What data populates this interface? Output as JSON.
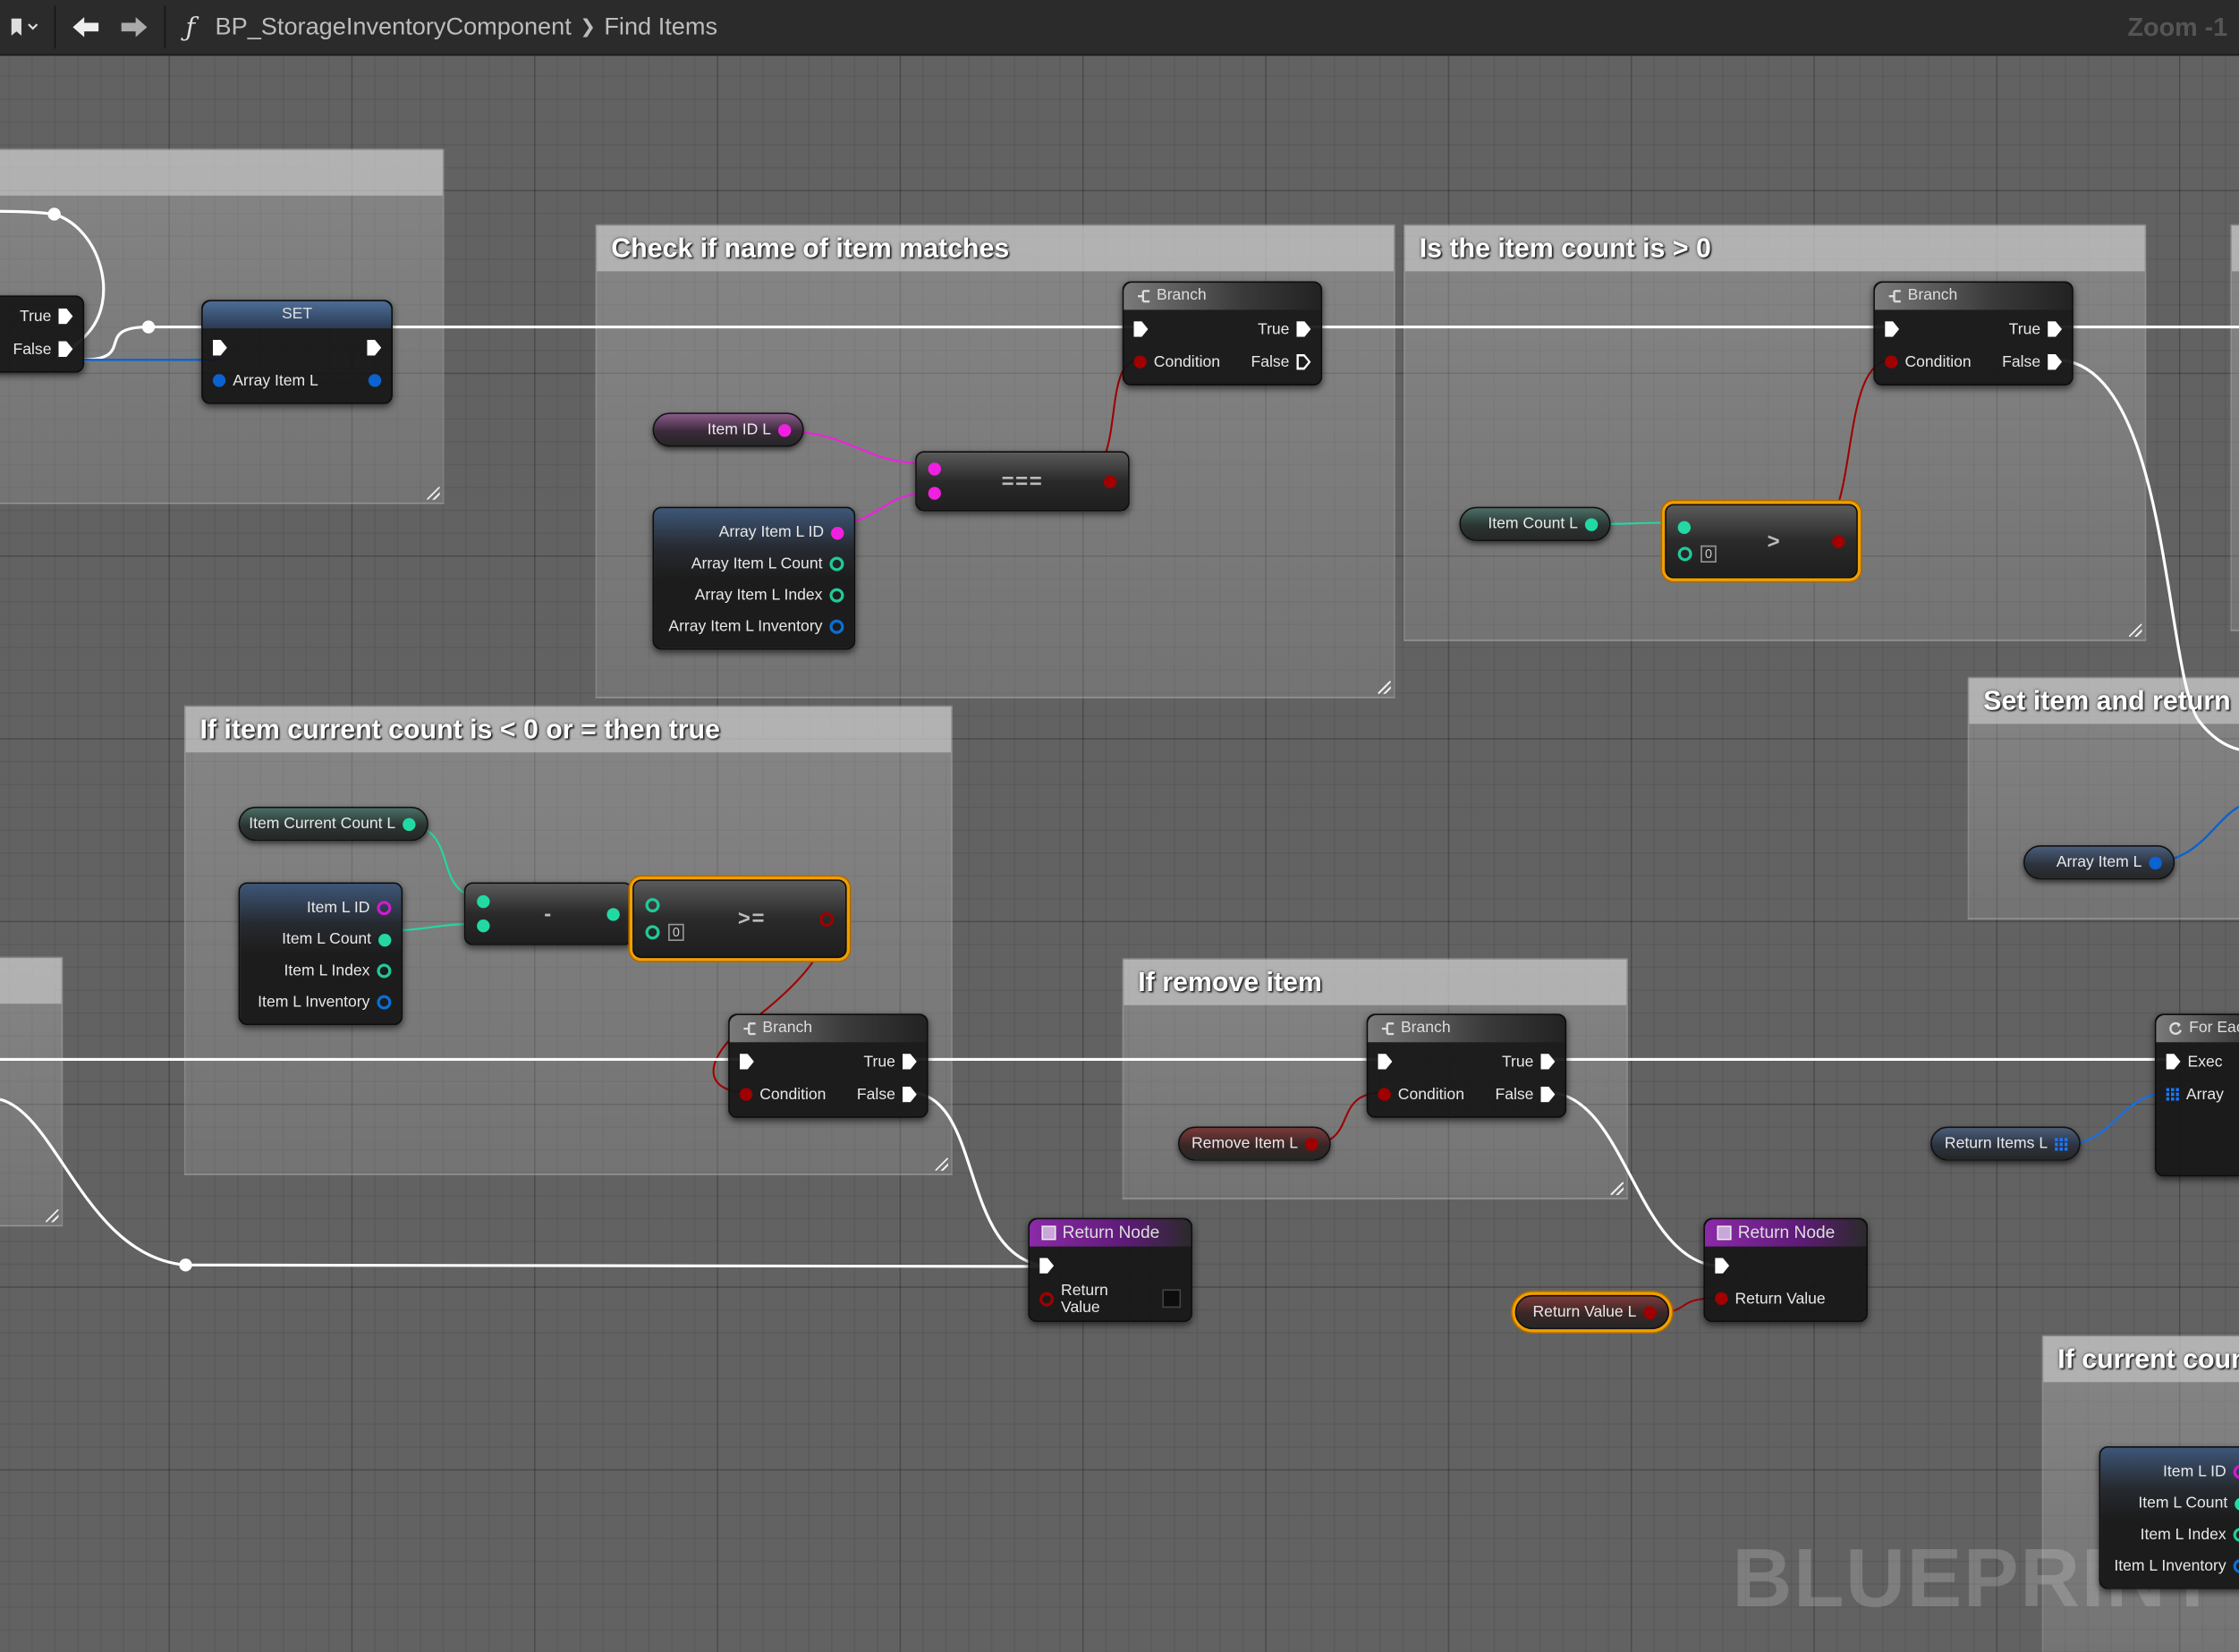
{
  "toolbar": {
    "bookmark_icon": "bookmark-icon",
    "back_icon": "arrow-left-icon",
    "forward_icon": "arrow-right-icon",
    "function_icon": "ƒ",
    "root": "BP_StorageInventoryComponent",
    "separator": "❯",
    "function": "Find Items",
    "zoom": "Zoom -1"
  },
  "watermark": "BLUEPRINT",
  "comments": {
    "c_name": {
      "title": "Check if name of item matches"
    },
    "c_count": {
      "title": "Is the item count is > 0"
    },
    "c_set_return": {
      "title": "Set item and return"
    },
    "c_current": {
      "title": "If item current count is < 0 or = then true"
    },
    "c_remove": {
      "title": "If remove item"
    },
    "c_current2": {
      "title": "If current count"
    }
  },
  "nodes": {
    "branch_partial": {
      "rows": [
        {
          "right": {
            "label": "True",
            "pin": "exec"
          }
        },
        {
          "right": {
            "label": "False",
            "pin": "exec"
          }
        }
      ]
    },
    "set_node": {
      "title": "SET",
      "rows": [
        {
          "left": {
            "pin": "exec"
          },
          "right": {
            "pin": "exec"
          }
        },
        {
          "left": {
            "label": "Array Item L",
            "pin": "struct"
          },
          "right": {
            "pin": "struct"
          }
        }
      ]
    },
    "branch_name": {
      "title": "Branch",
      "rows": [
        {
          "left": {
            "pin": "exec"
          },
          "right": {
            "label": "True",
            "pin": "exec"
          }
        },
        {
          "left": {
            "label": "Condition",
            "pin": "bool"
          },
          "right": {
            "label": "False",
            "pin": "exec-hollow"
          }
        }
      ]
    },
    "var_item_id": {
      "label": "Item ID L",
      "pin": "name"
    },
    "break_array_item": {
      "rows": [
        {
          "label": "Array Item L ID",
          "pin": "name"
        },
        {
          "label": "Array Item L Count",
          "pin": "int-hollow"
        },
        {
          "label": "Array Item L Index",
          "pin": "int-hollow"
        },
        {
          "label": "Array Item L Inventory",
          "pin": "struct-hollow"
        }
      ]
    },
    "op_equal": {
      "symbol": "===",
      "inputs": [
        "name",
        "name"
      ],
      "output": "bool"
    },
    "branch_count": {
      "title": "Branch",
      "rows": [
        {
          "left": {
            "pin": "exec"
          },
          "right": {
            "label": "True",
            "pin": "exec"
          }
        },
        {
          "left": {
            "label": "Condition",
            "pin": "bool"
          },
          "right": {
            "label": "False",
            "pin": "exec"
          }
        }
      ]
    },
    "var_item_count": {
      "label": "Item Count L",
      "pin": "int"
    },
    "op_greater": {
      "symbol": ">",
      "inputs": [
        "int",
        "int-hollow"
      ],
      "default": "0",
      "output": "bool"
    },
    "var_array_item": {
      "label": "Array Item L",
      "pin": "struct"
    },
    "var_item_current_count": {
      "label": "Item Current Count L",
      "pin": "int"
    },
    "break_item": {
      "rows": [
        {
          "label": "Item L ID",
          "pin": "name-hollow"
        },
        {
          "label": "Item L Count",
          "pin": "int"
        },
        {
          "label": "Item L Index",
          "pin": "int-hollow"
        },
        {
          "label": "Item L Inventory",
          "pin": "struct-hollow"
        }
      ]
    },
    "op_subtract": {
      "symbol": "-",
      "inputs": [
        "int",
        "int"
      ],
      "output": "int"
    },
    "op_gte": {
      "symbol": ">=",
      "inputs": [
        "int-hollow",
        "int-hollow"
      ],
      "default": "0",
      "output": "bool-hollow"
    },
    "branch_current": {
      "title": "Branch",
      "rows": [
        {
          "left": {
            "pin": "exec"
          },
          "right": {
            "label": "True",
            "pin": "exec"
          }
        },
        {
          "left": {
            "label": "Condition",
            "pin": "bool"
          },
          "right": {
            "label": "False",
            "pin": "exec"
          }
        }
      ]
    },
    "branch_remove": {
      "title": "Branch",
      "rows": [
        {
          "left": {
            "pin": "exec"
          },
          "right": {
            "label": "True",
            "pin": "exec"
          }
        },
        {
          "left": {
            "label": "Condition",
            "pin": "bool"
          },
          "right": {
            "label": "False",
            "pin": "exec"
          }
        }
      ]
    },
    "var_remove_item": {
      "label": "Remove Item L",
      "pin": "bool"
    },
    "for_each": {
      "title": "For Each",
      "rows": [
        {
          "left": {
            "label": "Exec",
            "pin": "exec"
          }
        },
        {
          "left": {
            "label": "Array",
            "pin": "array"
          }
        }
      ]
    },
    "var_return_items": {
      "label": "Return Items L",
      "pin": "array"
    },
    "return_node_1": {
      "title": "Return Node",
      "rows": [
        {
          "left": {
            "pin": "exec"
          }
        },
        {
          "left": {
            "label": "Return Value",
            "pin": "bool-hollow"
          },
          "checkbox": false
        }
      ]
    },
    "return_node_2": {
      "title": "Return Node",
      "rows": [
        {
          "left": {
            "pin": "exec"
          }
        },
        {
          "left": {
            "label": "Return Value",
            "pin": "bool"
          }
        }
      ]
    },
    "var_return_value": {
      "label": "Return Value L",
      "pin": "bool"
    },
    "break_item_2": {
      "rows": [
        {
          "label": "Item L ID",
          "pin": "name-hollow"
        },
        {
          "label": "Item L Count",
          "pin": "int"
        },
        {
          "label": "Item L Index",
          "pin": "int-hollow"
        },
        {
          "label": "Item L Inventory",
          "pin": "struct-hollow"
        }
      ]
    }
  },
  "colors": {
    "exec": "#ffffff",
    "bool": "#a00000",
    "name": "#f020e0",
    "int": "#22d9a3",
    "struct": "#0a63d0",
    "selection": "#f0a000"
  }
}
